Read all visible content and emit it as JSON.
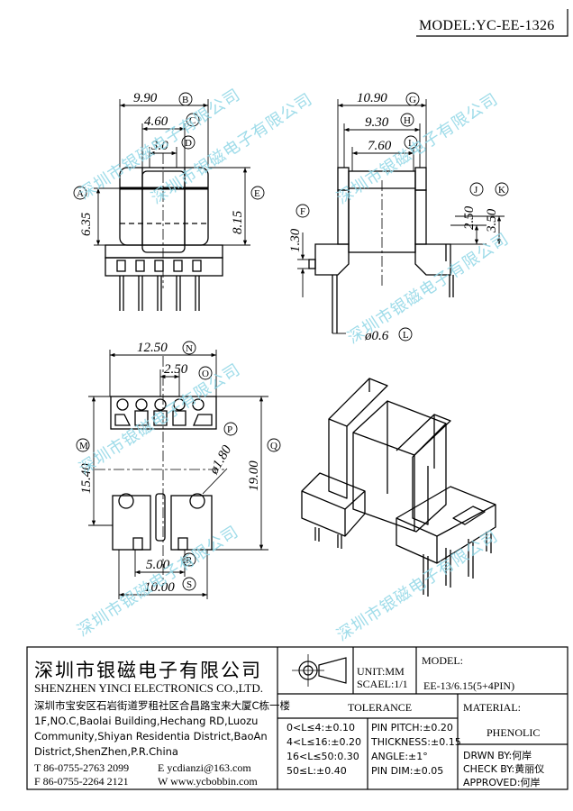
{
  "model_top": "MODEL:YC-EE-1326",
  "dims": {
    "B": "9.90",
    "C": "4.60",
    "D": "3.0",
    "A": "6.35",
    "E": "8.15",
    "G": "10.90",
    "H": "9.30",
    "I": "7.60",
    "F": "1.30",
    "J": "2.50",
    "K": "3.50",
    "L": "ø0.6",
    "N": "12.50",
    "O": "2.50",
    "M": "15.40",
    "Q": "19.00",
    "P": "ø1.80",
    "R": "5.00",
    "S": "10.00"
  },
  "markers": [
    "A",
    "B",
    "C",
    "D",
    "E",
    "F",
    "G",
    "H",
    "I",
    "J",
    "K",
    "L",
    "M",
    "N",
    "O",
    "P",
    "Q",
    "R",
    "S"
  ],
  "watermark": "深圳市银磁电子有限公司",
  "title_block": {
    "company_cn": "深圳市银磁电子有限公司",
    "company_en": "SHENZHEN YINCI ELECTRONICS CO.,LTD.",
    "address": [
      "深圳市宝安区石岩街道罗租社区合昌路宝来大厦C栋一楼",
      "1F,NO.C,Baolai Building,Hechang RD,Luozu",
      "Community,Shiyan Residentia District,BaoAn",
      "District,ShenZhen,P.R.China"
    ],
    "tel": "T  86-0755-2763 2099",
    "fax": "F  86-0755-2264 2121",
    "email": "E  ycdianzi@163.com",
    "web": "W  www.ycbobbin.com",
    "unit": "UNIT:MM",
    "scale": "SCAEL:1/1",
    "model_label": "MODEL:",
    "model_value": "EE-13/6.15(5+4PIN)",
    "tolerance_title": "TOLERANCE",
    "tolerances": [
      "0<L≤4:±0.10",
      "4<L≤16:±0.20",
      "16<L≤50:0.30",
      "50≤L:±0.40"
    ],
    "specs": [
      "PIN PITCH:±0.20",
      "THICKNESS:±0.15",
      "ANGLE:±1°",
      "PIN DIM:±0.05"
    ],
    "material_label": "MATERIAL:",
    "material_value": "PHENOLIC",
    "drawn_by": "DRWN BY:何岸",
    "check_by": "CHECK BY:黄丽仪",
    "approved": "APPROVED:何岸"
  }
}
